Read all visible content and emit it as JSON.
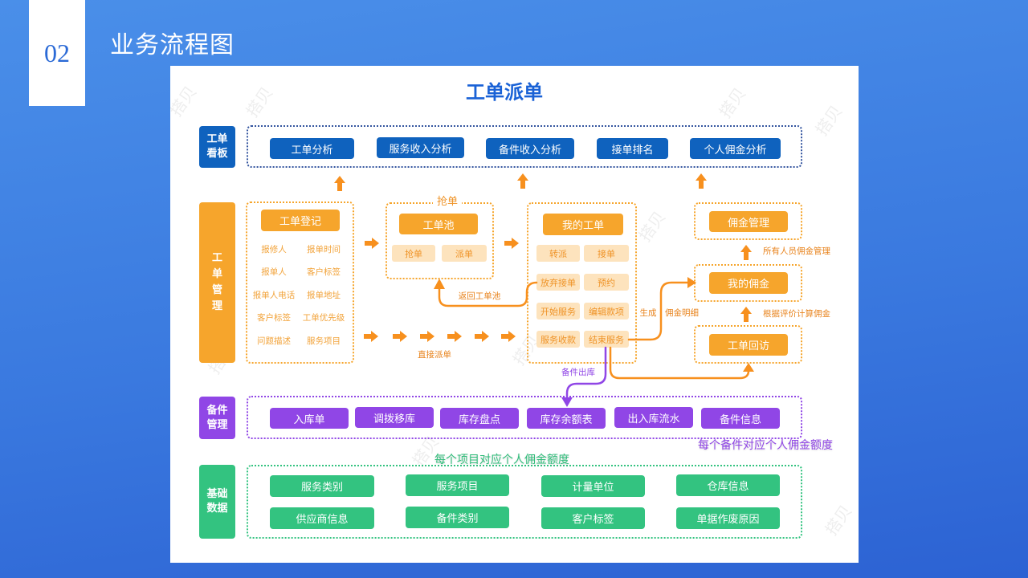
{
  "slide": {
    "number": "02",
    "title": "业务流程图"
  },
  "colors": {
    "background_top": "#4a8fe9",
    "background_bottom": "#2c62d3",
    "number_blue": "#2b6ad6",
    "title_blue": "#1a62d6",
    "dark_blue": "#0f62be",
    "orange": "#f6a52c",
    "arrow_orange": "#f7901e",
    "label_orange": "#e8831c",
    "light_orange": "#fde3bd",
    "orange_text": "#ef9327",
    "field_orange": "#f2a33a",
    "purple": "#9046e6",
    "green": "#33c380",
    "green_text": "#2fbd7a"
  },
  "diagram": {
    "title": "工单派单",
    "watermark": "搭贝",
    "dashboard": {
      "label": "工单看板",
      "items": [
        "工单分析",
        "服务收入分析",
        "备件收入分析",
        "接单排名",
        "个人佣金分析"
      ]
    },
    "order_management": {
      "label": "工单管理",
      "registration": {
        "title": "工单登记",
        "fields": [
          "报修人",
          "报单时间",
          "报单人",
          "客户标签",
          "报单人电话",
          "报单地址",
          "客户标签",
          "工单优先级",
          "问题描述",
          "服务项目"
        ]
      },
      "order_pool": {
        "caption": "抢单",
        "title": "工单池",
        "actions": [
          "抢单",
          "派单"
        ]
      },
      "my_orders": {
        "title": "我的工单",
        "actions": [
          "转派",
          "接单",
          "放弃接单",
          "预约",
          "开始服务",
          "编辑款项",
          "服务收款",
          "结束服务"
        ]
      },
      "commission_management": {
        "title": "佣金管理"
      },
      "my_commission": {
        "title": "我的佣金"
      },
      "order_followup": {
        "title": "工单回访"
      },
      "edges": {
        "return_to_pool": "返回工单池",
        "direct_dispatch": "直接派单",
        "generate_left": "生成",
        "generate_right": "佣金明细",
        "all_staff_commission": "所有人员佣金管理",
        "commission_by_rating": "根据评价计算佣金",
        "parts_outbound": "备件出库"
      }
    },
    "parts_management": {
      "label": "备件管理",
      "items": [
        "入库单",
        "调拨移库",
        "库存盘点",
        "库存余额表",
        "出入库流水",
        "备件信息"
      ],
      "note": "每个备件对应个人佣金额度"
    },
    "base_data": {
      "label": "基础数据",
      "note": "每个项目对应个人佣金额度",
      "items": [
        "服务类别",
        "服务项目",
        "计量单位",
        "仓库信息",
        "供应商信息",
        "备件类别",
        "客户标签",
        "单据作废原因"
      ]
    }
  }
}
